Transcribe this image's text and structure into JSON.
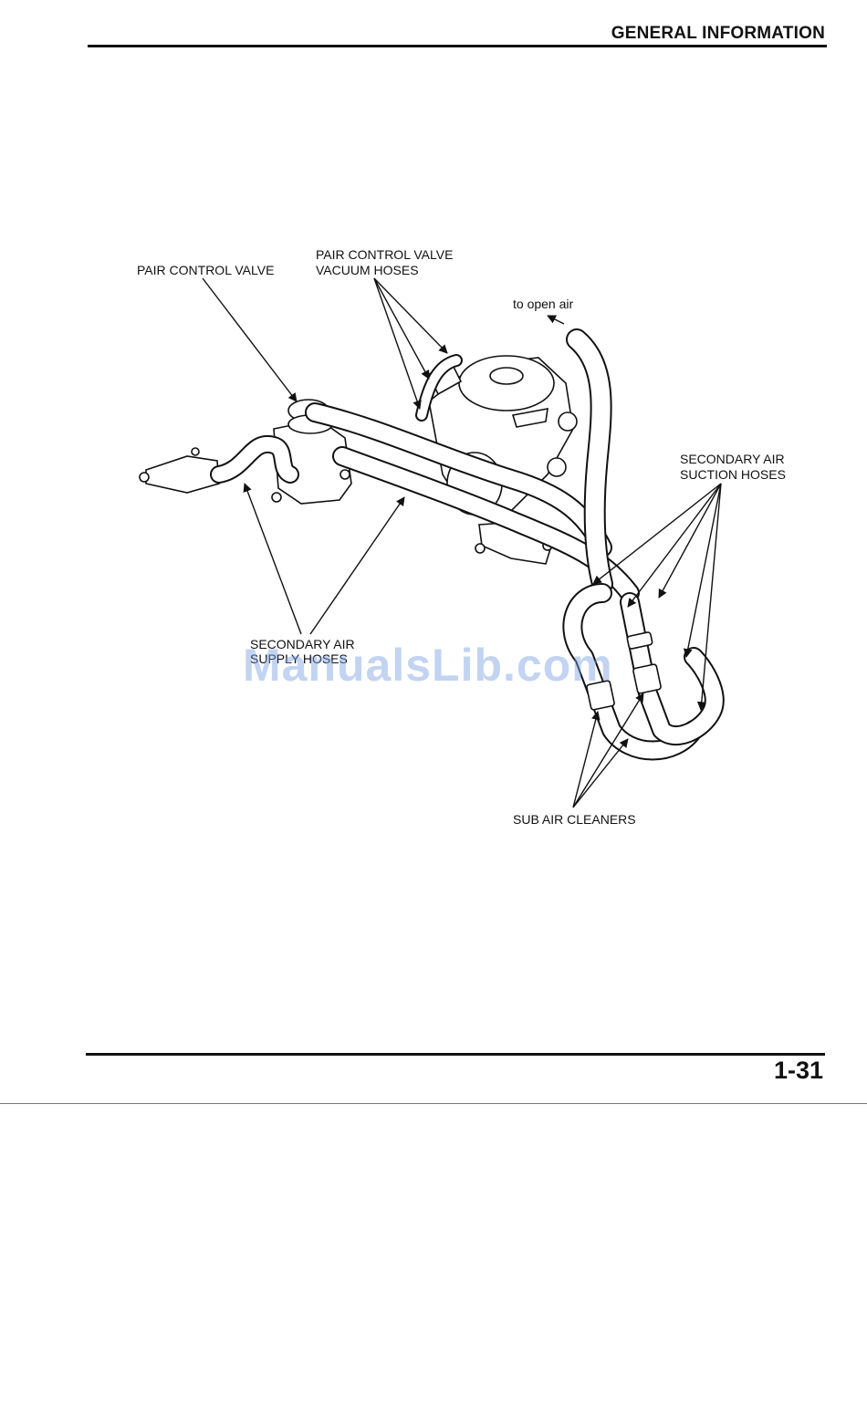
{
  "header": {
    "title": "GENERAL INFORMATION"
  },
  "labels": {
    "pair_control_valve": "PAIR CONTROL VALVE",
    "vacuum_hoses_line1": "PAIR CONTROL VALVE",
    "vacuum_hoses_line2": "VACUUM HOSES",
    "to_open_air": "to open air",
    "suction_hoses_line1": "SECONDARY AIR",
    "suction_hoses_line2": "SUCTION HOSES",
    "supply_hoses_line1": "SECONDARY AIR",
    "supply_hoses_line2": "SUPPLY HOSES",
    "sub_air_cleaners": "SUB AIR CLEANERS"
  },
  "watermark": "ManualsLib.com",
  "footer": {
    "page_number": "1-31"
  }
}
